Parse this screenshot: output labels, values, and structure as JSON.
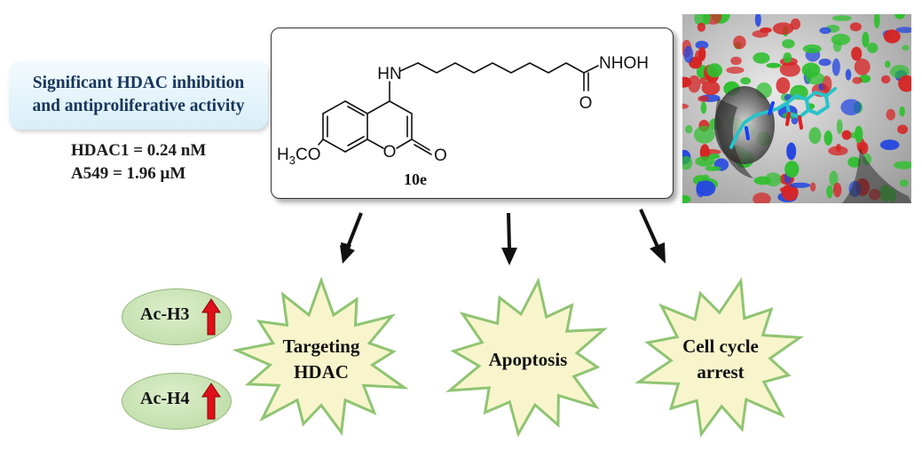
{
  "summary_box": {
    "line1": "Significant HDAC inhibition",
    "line2": "and antiproliferative activity"
  },
  "stats": {
    "hdac1": "HDAC1 = 0.24 nM",
    "a549": "A549 = 1.96 μM"
  },
  "compound": {
    "id": "10e",
    "atom_labels": {
      "hn": "HN",
      "nhoh": "NHOH",
      "o_amide": "O",
      "o_ring": "O",
      "o_carbonyl": "O",
      "methoxy_prefix": "H",
      "methoxy_sub": "3",
      "methoxy_suffix": "CO"
    }
  },
  "outcomes": {
    "targeting": [
      "Targeting",
      "HDAC"
    ],
    "apoptosis": [
      "Apoptosis"
    ],
    "cell_cycle": [
      "Cell cycle",
      "arrest"
    ]
  },
  "markers": {
    "h3": "Ac-H3",
    "h4": "Ac-H4"
  },
  "colors": {
    "burst_fill": "#f8f5cc",
    "burst_stroke": "#8fc472",
    "ellipse_fill": "#c7e2b3",
    "up_arrow": "#e0101a",
    "ligand": "#27c3c9",
    "info_text": "#17365d"
  },
  "icons": {
    "up_arrow": "red-up-arrow-icon",
    "pointer_arrow": "black-down-arrow-icon"
  }
}
